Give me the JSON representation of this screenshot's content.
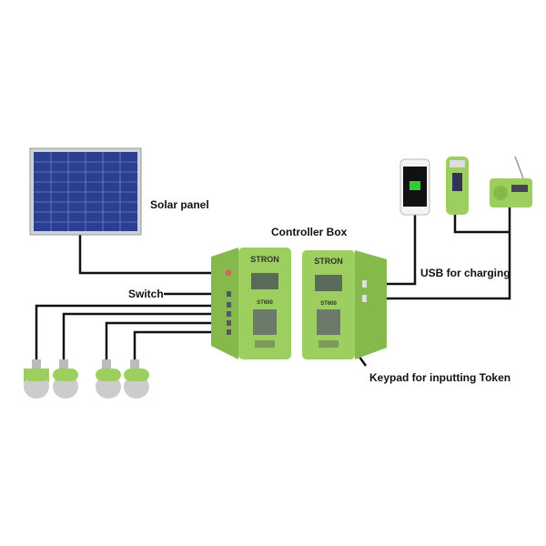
{
  "labels": {
    "solar_panel": "Solar panel",
    "controller_box": "Controller Box",
    "switch": "Switch",
    "usb": "USB for charging",
    "keypad": "Keypad for inputting Token"
  },
  "device": {
    "brand": "STRON",
    "model": "ST600"
  },
  "colors": {
    "device_green": "#9ccf5f",
    "wire": "#111111",
    "panel_blue": "#2a3f8f"
  }
}
